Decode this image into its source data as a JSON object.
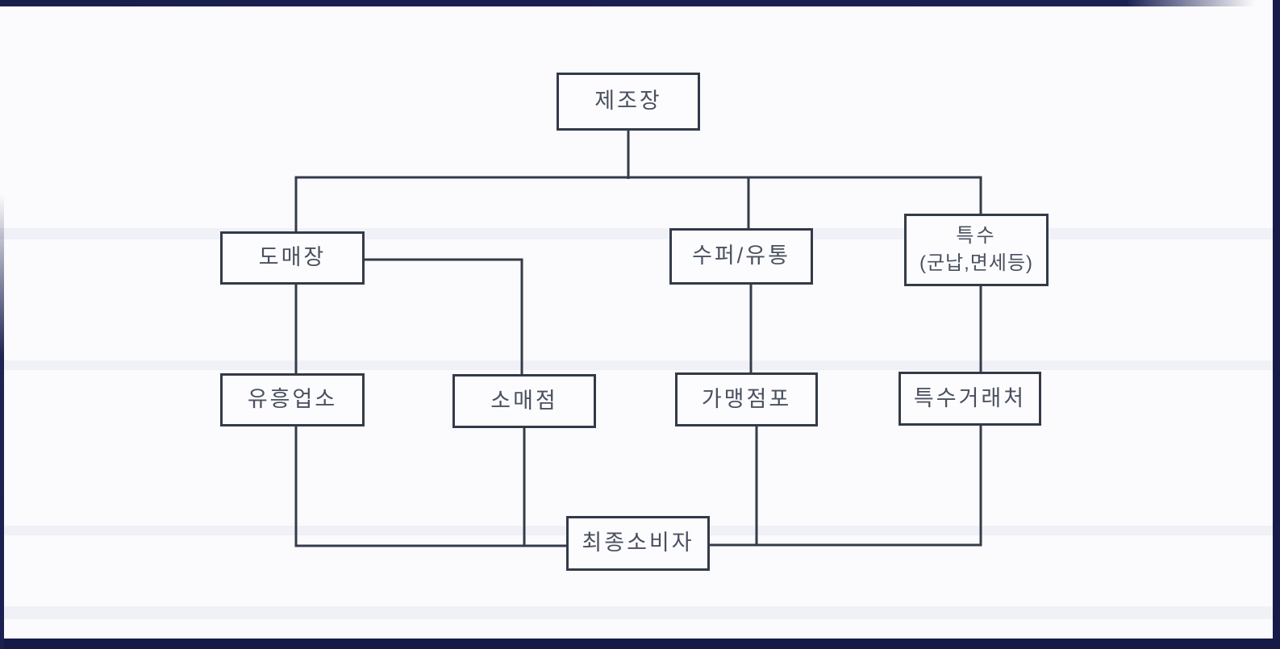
{
  "document": {
    "type": "scanned-distribution-channel-flowchart",
    "language": "ko"
  },
  "diagram": {
    "nodes": {
      "factory": {
        "label": "제조장"
      },
      "wholesale": {
        "label": "도매장"
      },
      "super_distribution": {
        "label": "수퍼/유통"
      },
      "special": {
        "label": "특수",
        "sublabel": "(군납,면세등)"
      },
      "entertainment_venue": {
        "label": "유흥업소"
      },
      "retail_store": {
        "label": "소매점"
      },
      "franchise_store": {
        "label": "가맹점포"
      },
      "special_accounts": {
        "label": "특수거래처"
      },
      "final_consumer": {
        "label": "최종소비자"
      }
    },
    "edges": [
      {
        "from": "factory",
        "to": "wholesale"
      },
      {
        "from": "factory",
        "to": "super_distribution"
      },
      {
        "from": "factory",
        "to": "special"
      },
      {
        "from": "wholesale",
        "to": "entertainment_venue"
      },
      {
        "from": "wholesale",
        "to": "retail_store"
      },
      {
        "from": "super_distribution",
        "to": "franchise_store"
      },
      {
        "from": "special",
        "to": "special_accounts"
      },
      {
        "from": "entertainment_venue",
        "to": "final_consumer"
      },
      {
        "from": "retail_store",
        "to": "final_consumer"
      },
      {
        "from": "franchise_store",
        "to": "final_consumer"
      },
      {
        "from": "special_accounts",
        "to": "final_consumer"
      }
    ]
  },
  "colors": {
    "line": "#343b4a",
    "node_border": "#333a49",
    "node_text": "#49505f",
    "scan_border": "#171b49",
    "page_background": "#fbfbfd"
  }
}
